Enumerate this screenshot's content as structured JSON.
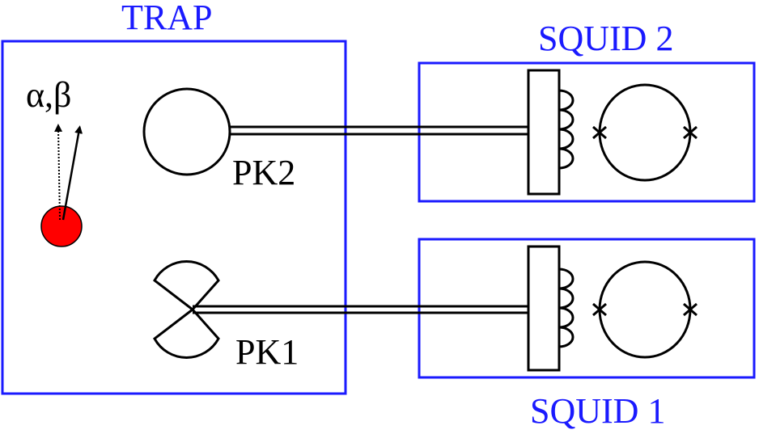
{
  "labels": {
    "trap": "TRAP",
    "squid_top": "SQUID 2",
    "squid_bottom": "SQUID 1",
    "pickup_top": "PK2",
    "pickup_bottom": "PK1",
    "particles": "α,β"
  },
  "colors": {
    "box": "#1a1aff",
    "particle": "#ff0000"
  }
}
